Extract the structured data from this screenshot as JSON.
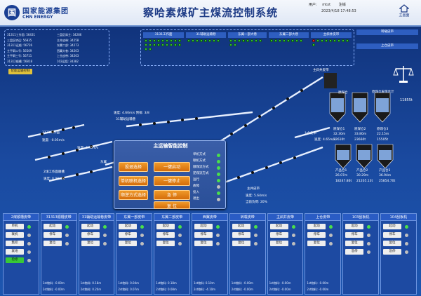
{
  "header": {
    "logo_mark": "国",
    "logo_cn": "国家能源集团",
    "logo_en": "CHN ENERGY",
    "title": "察哈素煤矿主煤流控制系统",
    "user_label": "用户:",
    "user_name": "mtxt",
    "logout_label": "注销",
    "date": "2023/4/18 17:48:53",
    "home_label": "主画面"
  },
  "stats": [
    [
      "31311工作面: 56431",
      "三盘区斜主: 34286"
    ],
    [
      "三盘区转运: 56835",
      "主井皮带: 34258"
    ],
    [
      "31311运顺: 56726",
      "东翼二部: 34273"
    ],
    [
      "主平硐二号: 56509",
      "西翼大巷: 34203"
    ],
    [
      "主平硐三号: 56711",
      "上仓皮带: 34263"
    ],
    [
      "31312顺槽: 56818",
      "102运煤: 34382"
    ]
  ],
  "smart_button": "智能运输控制",
  "belt_head": [
    {
      "title": "3131工作面",
      "dots": [
        "g",
        "g",
        "g",
        "g",
        "g",
        "g",
        "g",
        "g",
        "g",
        "g",
        "g",
        "g",
        "g",
        "g",
        "g",
        "g",
        "g",
        "g",
        "g",
        "g"
      ]
    },
    {
      "title": "31辅助运输巷",
      "dots": [
        "g",
        "g",
        "g",
        "g",
        "g",
        "g",
        "g",
        "g"
      ]
    },
    {
      "title": "东翼一部大巷",
      "dots": [
        "g",
        "g",
        "g",
        "g",
        "g",
        "g",
        "g",
        "g",
        "g",
        "g"
      ]
    },
    {
      "title": "东翼二部大巷",
      "dots": [
        "g",
        "g",
        "g",
        "g",
        "g",
        "g",
        "g",
        "g"
      ]
    },
    {
      "title": "主斜井皮带",
      "dots": [
        "r",
        "g",
        "g",
        "g",
        "g",
        "g",
        "g",
        "g",
        "g",
        "g"
      ]
    }
  ],
  "belt_right": {
    "title": "转载皮带",
    "sub": "上仓皮带"
  },
  "scale": {
    "label": "原煤仓皮带合计",
    "value": "11855t"
  },
  "process": {
    "labels": {
      "main_well_belt": "主斜井皮带",
      "speed_top": "速度: 4.60m/s 预排: 3/8",
      "belt_3131": "31辅助运输巷",
      "belt_3131_speed": "速度: 4.45m/s",
      "face_3131": "3131工作面",
      "face_speed": "速度: -0.05m/s",
      "face2": "2煤工作面顺槽",
      "face2_speed": "速度: 0.00m/s",
      "east_belt": "东翼",
      "upper_belt": "上仓皮带",
      "upper_speed": "速度: 4.65m/s",
      "bottom_belt": "主井皮带",
      "bottom_speed": "速度: 5.64m/s",
      "bottom_load": "当前负荷: 20%",
      "raw_coal": "原煤仓",
      "silos": [
        {
          "name": "原煤仓1",
          "level": "32.30m",
          "ton": "22610t"
        },
        {
          "name": "原煤仓2",
          "level": "33.80m",
          "ton": "23660t"
        },
        {
          "name": "原煤仓3",
          "level": "22.15m",
          "ton": "15505t"
        }
      ],
      "products": [
        {
          "name": "产品仓1",
          "level": "26.07m",
          "ton": "18247.86t"
        },
        {
          "name": "产品仓2",
          "level": "30.29m",
          "ton": "21205.13t"
        },
        {
          "name": "产品仓3",
          "level": "36.94m",
          "ton": "25854.70t"
        }
      ]
    }
  },
  "dialog": {
    "title": "主运输智能控制",
    "buttons": [
      "投退选择",
      "一键启动",
      "单机联机选择",
      "一键停止",
      "顺逆方式选择",
      "急 停",
      "复 位"
    ],
    "modes": [
      {
        "label": "单机方式",
        "on": true
      },
      {
        "label": "联机方式",
        "on": true
      },
      {
        "label": "顺煤流方式",
        "on": true
      },
      {
        "label": "逆煤流方式",
        "on": true
      },
      {
        "label": "运行",
        "on": true
      },
      {
        "label": "故障",
        "on": false
      },
      {
        "label": "投入",
        "on": true
      },
      {
        "label": "退出",
        "on": false
      }
    ]
  },
  "panels": [
    {
      "title": "2煤顺槽皮带",
      "buttons": [
        "单机",
        "联机",
        "集控",
        "就地",
        "检修"
      ],
      "green": 4
    },
    {
      "title": "31313顺槽皮带",
      "buttons": [
        "起动",
        "停车",
        "复位"
      ],
      "r1": "1st物料: -0.00m",
      "r2": "2st物料: -0.00m"
    },
    {
      "title": "31辅助运输巷皮带",
      "buttons": [
        "起动",
        "停车",
        "复位"
      ],
      "r1": "1st物料: 0.18m",
      "r2": "2st物料: 0.20m"
    },
    {
      "title": "东翼一部皮带",
      "buttons": [
        "起动",
        "停车",
        "复位"
      ],
      "r1": "1st物料: 0.04m",
      "r2": "2st物料: 0.07m"
    },
    {
      "title": "东翼二部皮带",
      "buttons": [
        "起动",
        "停车",
        "复位"
      ],
      "r1": "1st物料: 0.18m",
      "r2": "2st物料: 0.08m"
    },
    {
      "title": "西翼皮带",
      "buttons": [
        "起动",
        "停车",
        "复位"
      ],
      "r1": "1st物料: 0.10m",
      "r2": "2st物料: -4.10m"
    },
    {
      "title": "转载皮带",
      "buttons": [
        "起动",
        "停车",
        "复位"
      ],
      "r1": "1st物料: -0.00m",
      "r2": "2st物料: -0.00m"
    },
    {
      "title": "主斜井皮带",
      "buttons": [
        "起动",
        "停车",
        "复位"
      ],
      "r1": "1st物料: -0.00m",
      "r2": "2st物料: -0.00m"
    },
    {
      "title": "上仓皮带",
      "buttons": [
        "起动",
        "停车",
        "复位"
      ],
      "r1": "1st物料: -0.00m",
      "r2": "2st物料: -0.00m"
    },
    {
      "title": "103刮板机",
      "buttons": [
        "起动",
        "停车",
        "复位",
        "急停"
      ]
    },
    {
      "title": "104刮板机",
      "buttons": [
        "起动",
        "停车",
        "复位",
        "急停"
      ]
    }
  ]
}
